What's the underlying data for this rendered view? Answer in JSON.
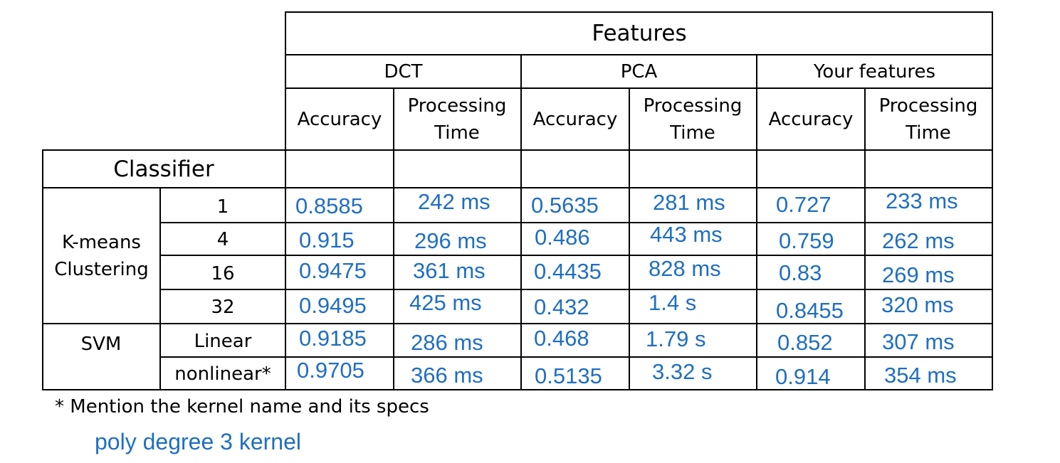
{
  "header": {
    "features": "Features",
    "groups": [
      "DCT",
      "PCA",
      "Your features"
    ],
    "accuracy": "Accuracy",
    "processing_time": "Processing Time",
    "classifier": "Classifier"
  },
  "rows": {
    "kmeans_label": "K-means Clustering",
    "svm_label": "SVM",
    "params": [
      "1",
      "4",
      "16",
      "32",
      "Linear",
      "nonlinear*"
    ]
  },
  "values": [
    [
      "0.8585",
      "242 ms",
      "0.5635",
      "281 ms",
      "0.727",
      "233 ms"
    ],
    [
      "0.915",
      "296 ms",
      "0.486",
      "443 ms",
      "0.759",
      "262 ms"
    ],
    [
      "0.9475",
      "361 ms",
      "0.4435",
      "828 ms",
      "0.83",
      "269 ms"
    ],
    [
      "0.9495",
      "425 ms",
      "0.432",
      "1.4 s",
      "0.8455",
      "320 ms"
    ],
    [
      "0.9185",
      "286 ms",
      "0.468",
      "1.79 s",
      "0.852",
      "307 ms"
    ],
    [
      "0.9705",
      "366 ms",
      "0.5135",
      "3.32 s",
      "0.914",
      "354 ms"
    ]
  ],
  "footnote": "* Mention the kernel name and its specs",
  "answer": "poly degree 3 kernel"
}
